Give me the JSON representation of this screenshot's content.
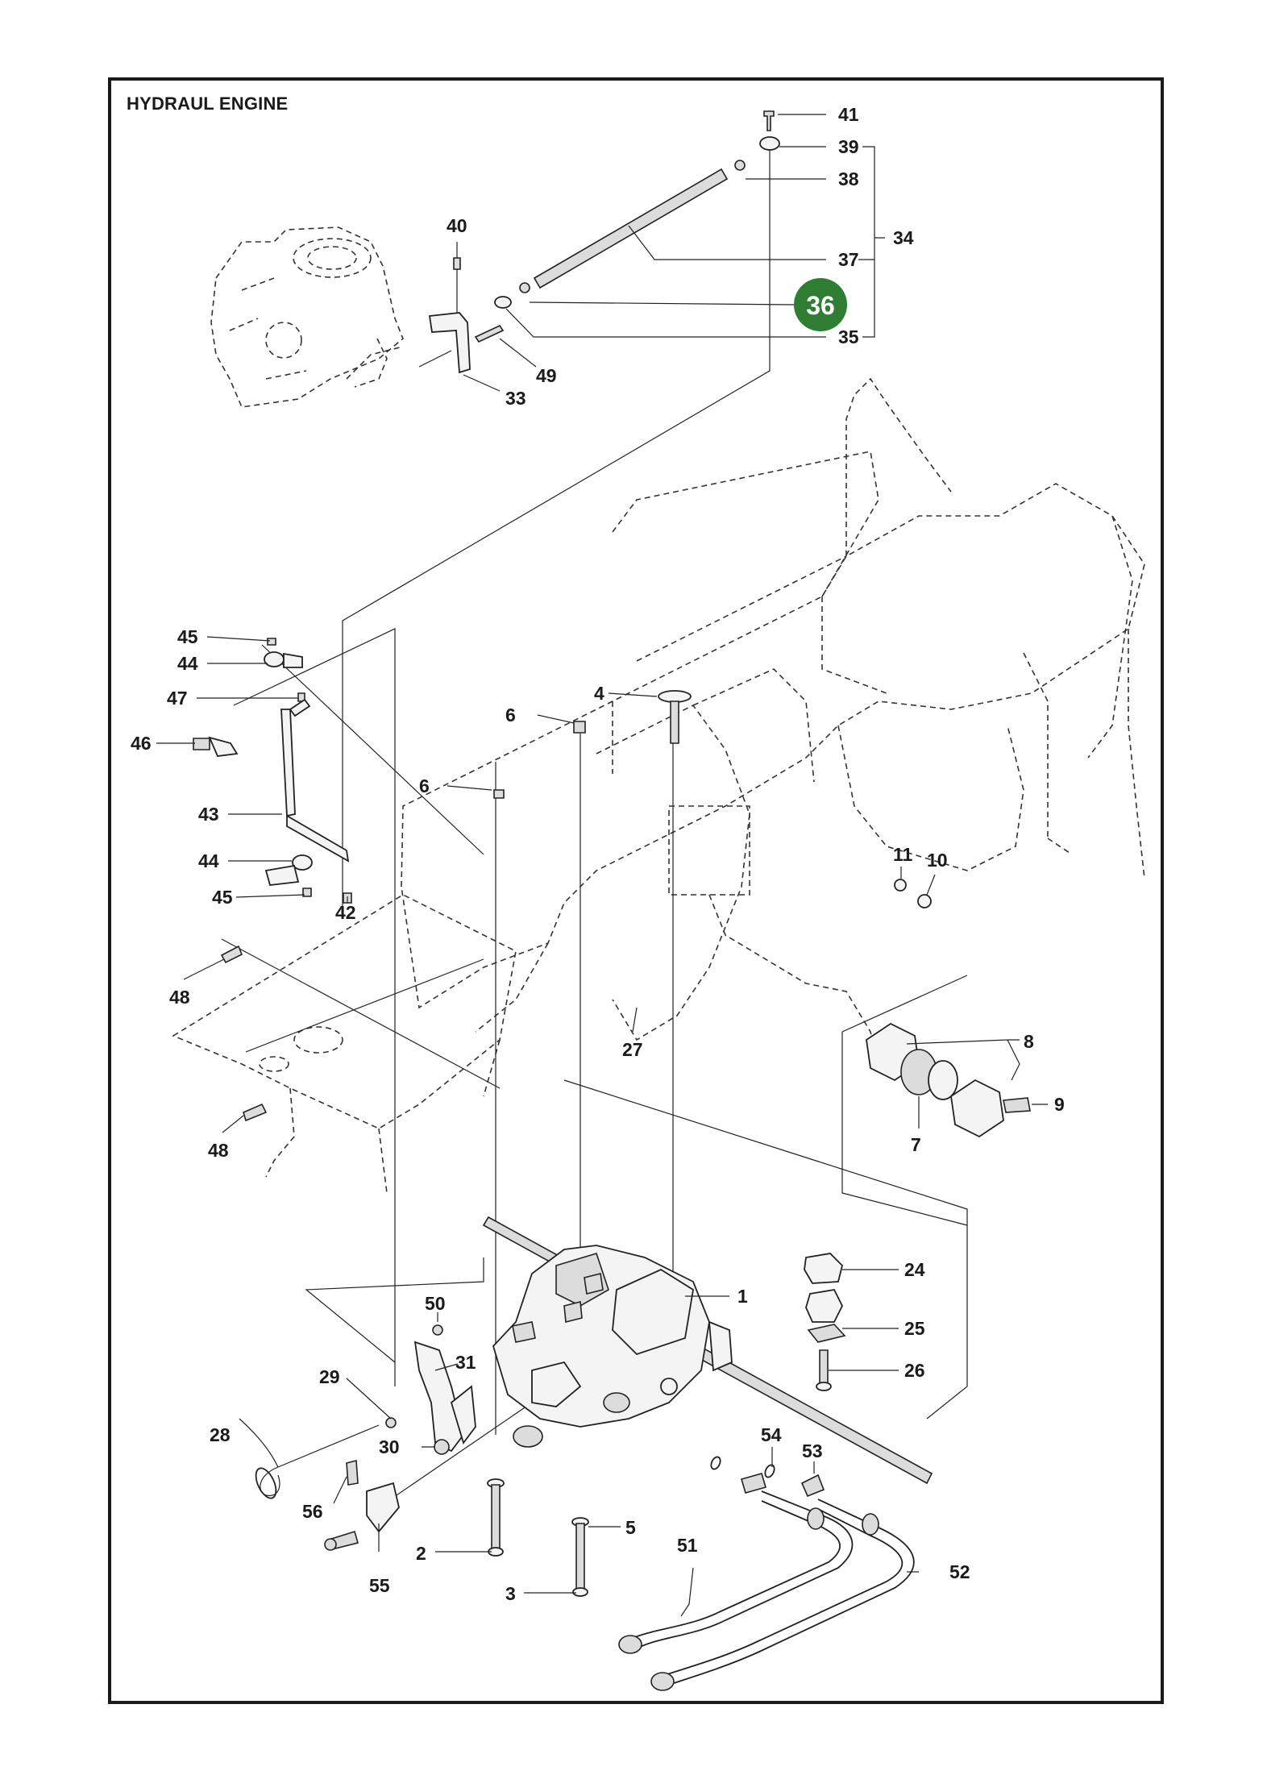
{
  "title": "HYDRAUL ENGINE",
  "highlight": {
    "label": "36",
    "color": "#2e7d32"
  },
  "callouts": [
    {
      "id": "c1",
      "label": "1"
    },
    {
      "id": "c2",
      "label": "2"
    },
    {
      "id": "c3",
      "label": "3"
    },
    {
      "id": "c4",
      "label": "4"
    },
    {
      "id": "c5",
      "label": "5"
    },
    {
      "id": "c6a",
      "label": "6"
    },
    {
      "id": "c6b",
      "label": "6"
    },
    {
      "id": "c7",
      "label": "7"
    },
    {
      "id": "c8",
      "label": "8"
    },
    {
      "id": "c9",
      "label": "9"
    },
    {
      "id": "c10",
      "label": "10"
    },
    {
      "id": "c11",
      "label": "11"
    },
    {
      "id": "c24",
      "label": "24"
    },
    {
      "id": "c25",
      "label": "25"
    },
    {
      "id": "c26",
      "label": "26"
    },
    {
      "id": "c27",
      "label": "27"
    },
    {
      "id": "c28",
      "label": "28"
    },
    {
      "id": "c29",
      "label": "29"
    },
    {
      "id": "c30",
      "label": "30"
    },
    {
      "id": "c31",
      "label": "31"
    },
    {
      "id": "c33",
      "label": "33"
    },
    {
      "id": "c34",
      "label": "34"
    },
    {
      "id": "c35",
      "label": "35"
    },
    {
      "id": "c37",
      "label": "37"
    },
    {
      "id": "c38",
      "label": "38"
    },
    {
      "id": "c39",
      "label": "39"
    },
    {
      "id": "c40",
      "label": "40"
    },
    {
      "id": "c41",
      "label": "41"
    },
    {
      "id": "c42",
      "label": "42"
    },
    {
      "id": "c43",
      "label": "43"
    },
    {
      "id": "c44a",
      "label": "44"
    },
    {
      "id": "c44b",
      "label": "44"
    },
    {
      "id": "c45a",
      "label": "45"
    },
    {
      "id": "c45b",
      "label": "45"
    },
    {
      "id": "c46",
      "label": "46"
    },
    {
      "id": "c47",
      "label": "47"
    },
    {
      "id": "c48a",
      "label": "48"
    },
    {
      "id": "c48b",
      "label": "48"
    },
    {
      "id": "c49",
      "label": "49"
    },
    {
      "id": "c50",
      "label": "50"
    },
    {
      "id": "c51",
      "label": "51"
    },
    {
      "id": "c52",
      "label": "52"
    },
    {
      "id": "c53",
      "label": "53"
    },
    {
      "id": "c54",
      "label": "54"
    },
    {
      "id": "c55",
      "label": "55"
    },
    {
      "id": "c56",
      "label": "56"
    }
  ]
}
